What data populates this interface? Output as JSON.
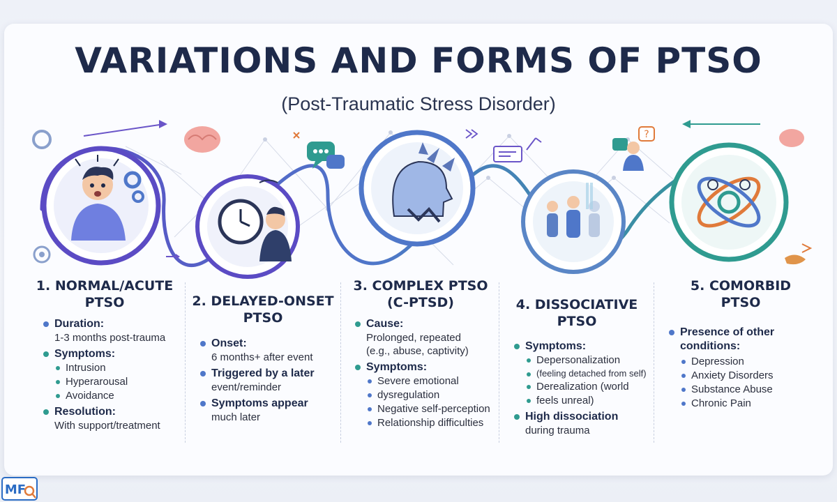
{
  "header": {
    "title": "VARIATIONS AND FORMS OF PTSO",
    "subtitle": "(Post-Traumatic Stress Disorder)"
  },
  "colors": {
    "navy": "#1e2a4a",
    "purple": "#6a55c8",
    "blue": "#4f77c9",
    "teal": "#2f9b90",
    "bullet_blue": "#4f77c9"
  },
  "icons": [
    "stressed-person-icon",
    "clock-icon",
    "broken-head-icon",
    "dissociation-figures-icon",
    "orbit-icon",
    "brain-icon",
    "speech-bubble-icon",
    "question-person-icon",
    "gear-icon"
  ],
  "columns": [
    {
      "title": "1. NORMAL/ACUTE\nPTSO",
      "items": [
        {
          "head": "Duration:",
          "text": "1-3 months post-trauma"
        },
        {
          "head": "Symptoms:",
          "subs": [
            "Intrusion",
            "Hyperarousal",
            "Avoidance"
          ]
        },
        {
          "head": "Resolution:",
          "text": "With support/treatment"
        }
      ]
    },
    {
      "title": "2. DELAYED-ONSET\nPTSO",
      "items": [
        {
          "head": "Onset:",
          "text": "6 months+ after event"
        },
        {
          "head": "Triggered by a later",
          "text": "event/reminder"
        },
        {
          "head": "Symptoms appear",
          "text": "much later"
        }
      ]
    },
    {
      "title": "3. COMPLEX PTSO\n(C-PTSD)",
      "items": [
        {
          "head": "Cause:",
          "text": "Prolonged, repeated",
          "text2": "(e.g., abuse, captivity)"
        },
        {
          "head": "Symptoms:",
          "subs": [
            "Severe emotional",
            "dysregulation",
            "Negative self-perception",
            "Relationship difficulties"
          ]
        }
      ]
    },
    {
      "title": "4. DISSOCIATIVE\nPTSO",
      "items": [
        {
          "head": "Symptoms:",
          "subs": [
            "Depersonalization",
            "(feeling detached from self)",
            "Derealization (world",
            "feels unreal)"
          ]
        },
        {
          "head": "High dissociation",
          "text": "during trauma"
        }
      ]
    },
    {
      "title": "5. COMORBID\nPTSO",
      "items": [
        {
          "head": "Presence of other",
          "text": "conditions:",
          "subs": [
            "Depression",
            "Anxiety Disorders",
            "Substance Abuse",
            "Chronic Pain"
          ]
        }
      ]
    }
  ],
  "logo": {
    "text": "MF"
  }
}
